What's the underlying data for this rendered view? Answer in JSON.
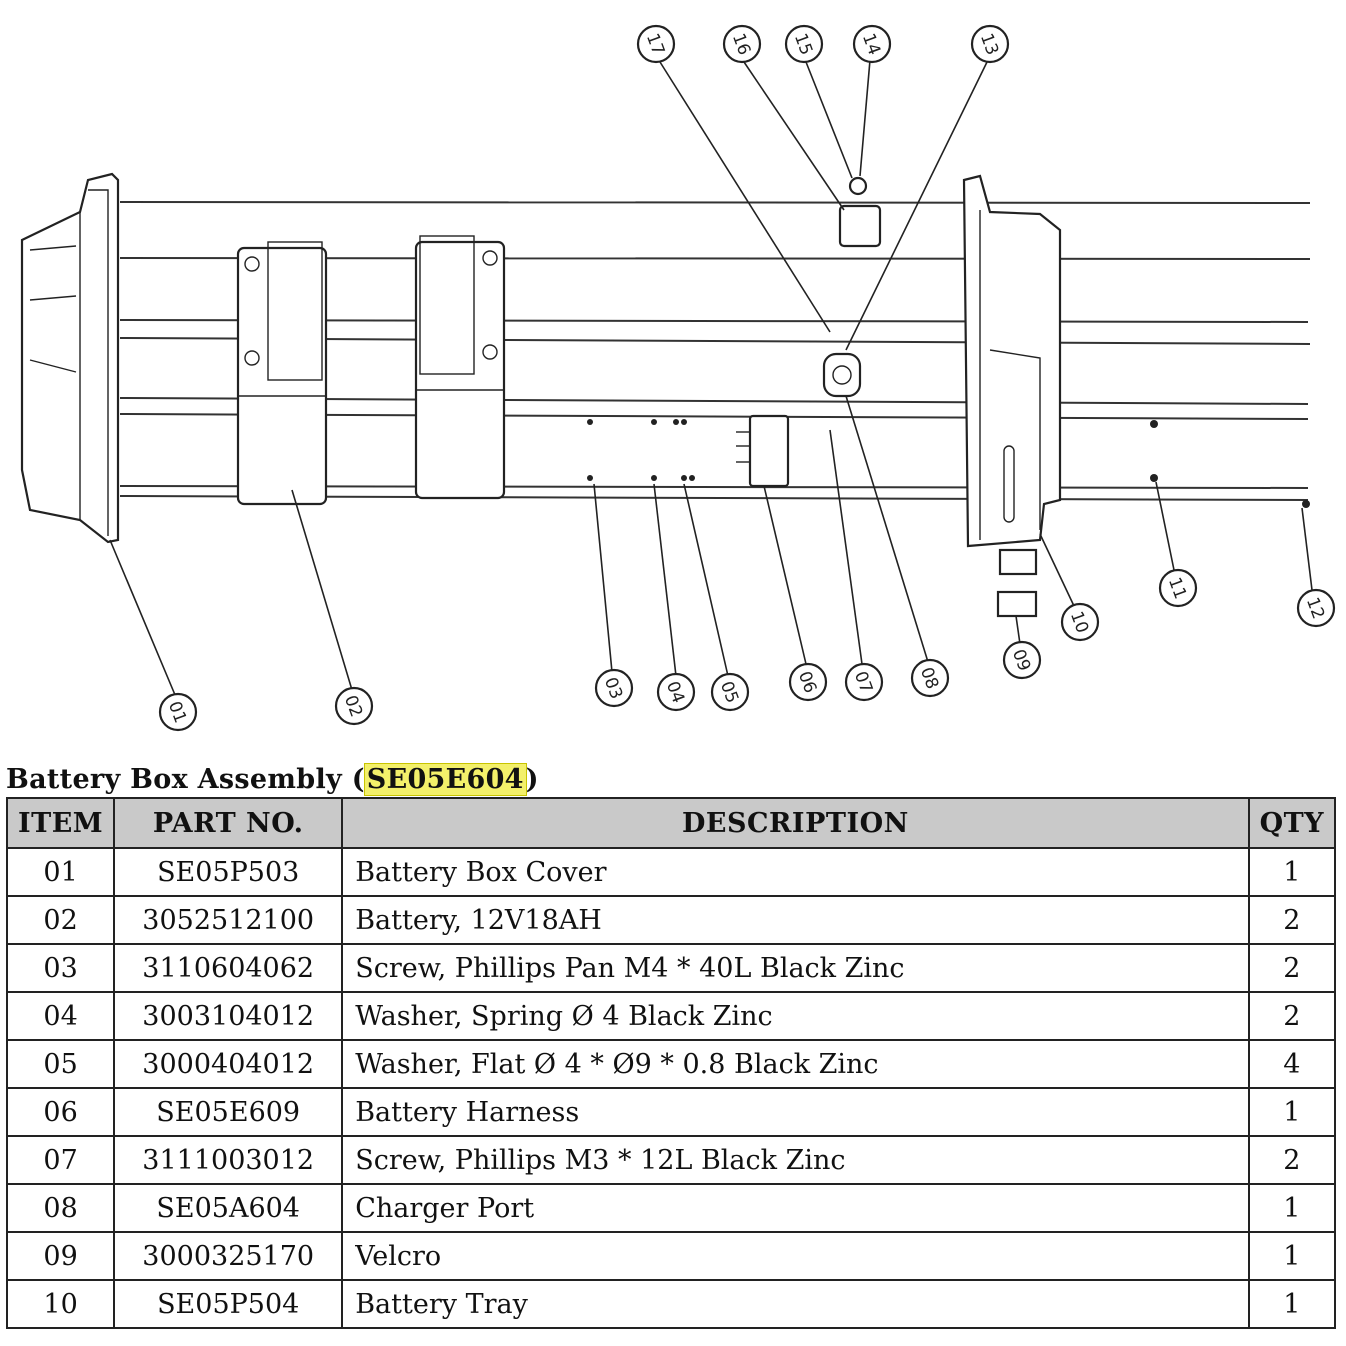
{
  "diagram": {
    "callouts": [
      "01",
      "02",
      "03",
      "04",
      "05",
      "06",
      "07",
      "08",
      "09",
      "10",
      "11",
      "12",
      "13",
      "14",
      "15",
      "16",
      "17"
    ]
  },
  "table": {
    "title_prefix": "Battery Box Assembly (",
    "title_code": "SE05E604",
    "title_suffix": ")",
    "headers": {
      "item": "ITEM",
      "part_no": "PART NO.",
      "description": "DESCRIPTION",
      "qty": "QTY"
    },
    "rows": [
      {
        "item": "01",
        "part_no": "SE05P503",
        "description": "Battery Box Cover",
        "qty": "1"
      },
      {
        "item": "02",
        "part_no": "3052512100",
        "description": "Battery, 12V18AH",
        "qty": "2"
      },
      {
        "item": "03",
        "part_no": "3110604062",
        "description": "Screw, Phillips Pan M4 * 40L Black Zinc",
        "qty": "2"
      },
      {
        "item": "04",
        "part_no": "3003104012",
        "description": "Washer, Spring Ø 4 Black Zinc",
        "qty": "2"
      },
      {
        "item": "05",
        "part_no": "3000404012",
        "description": "Washer, Flat Ø 4 * Ø9 * 0.8 Black Zinc",
        "qty": "4"
      },
      {
        "item": "06",
        "part_no": "SE05E609",
        "description": "Battery Harness",
        "qty": "1"
      },
      {
        "item": "07",
        "part_no": "3111003012",
        "description": "Screw, Phillips M3 * 12L Black Zinc",
        "qty": "2"
      },
      {
        "item": "08",
        "part_no": "SE05A604",
        "description": "Charger Port",
        "qty": "1"
      },
      {
        "item": "09",
        "part_no": "3000325170",
        "description": "Velcro",
        "qty": "1"
      },
      {
        "item": "10",
        "part_no": "SE05P504",
        "description": "Battery Tray",
        "qty": "1"
      }
    ]
  }
}
